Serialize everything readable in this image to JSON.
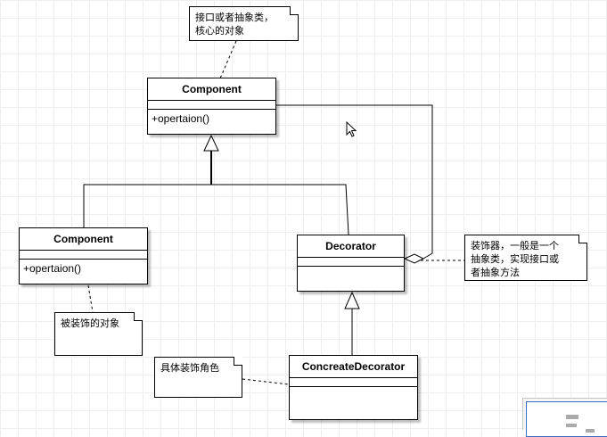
{
  "classes": {
    "component_top": {
      "name": "Component",
      "operation": "+opertaion()"
    },
    "component_left": {
      "name": "Component",
      "operation": "+opertaion()"
    },
    "decorator": {
      "name": "Decorator",
      "operation": ""
    },
    "concrete_decorator": {
      "name": "ConcreateDecorator",
      "operation": ""
    }
  },
  "notes": {
    "top": {
      "line1": "接口或者抽象类，",
      "line2": "核心的对象"
    },
    "right": {
      "line1": "装饰器，一般是一个",
      "line2": "抽象类，实现接口或",
      "line3": "者抽象方法"
    },
    "left_bottom": {
      "line1": "被装饰的对象"
    },
    "concrete": {
      "line1": "具体装饰角色"
    }
  },
  "icons": {
    "cursor": "mouse-pointer-icon"
  }
}
